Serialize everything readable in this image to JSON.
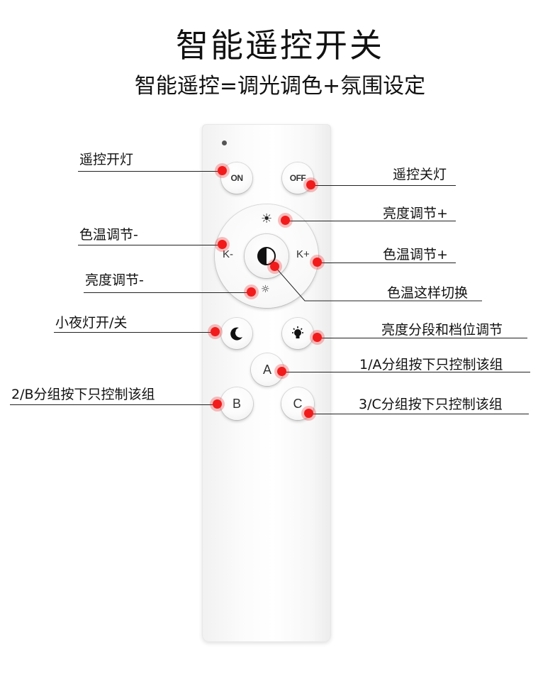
{
  "heading": {
    "title": "智能遥控开关",
    "subtitle": "智能遥控=调光调色+氛围设定"
  },
  "remote": {
    "on_label": "ON",
    "off_label": "OFF",
    "k_minus": "K-",
    "k_plus": "K+",
    "a_label": "A",
    "b_label": "B",
    "c_label": "C"
  },
  "callouts": {
    "on": "遥控开灯",
    "off": "遥控关灯",
    "brightness_up": "亮度调节+",
    "color_temp_down": "色温调节-",
    "color_temp_up": "色温调节+",
    "brightness_down": "亮度调节-",
    "color_temp_cycle": "色温这样切换",
    "night_light": "小夜灯开/关",
    "brightness_step": "亮度分段和档位调节",
    "group_a": "1/A分组按下只控制该组",
    "group_b": "2/B分组按下只控制该组",
    "group_c": "3/C分组按下只控制该组"
  },
  "colors": {
    "marker": "#f21b1b",
    "line": "#222222"
  }
}
